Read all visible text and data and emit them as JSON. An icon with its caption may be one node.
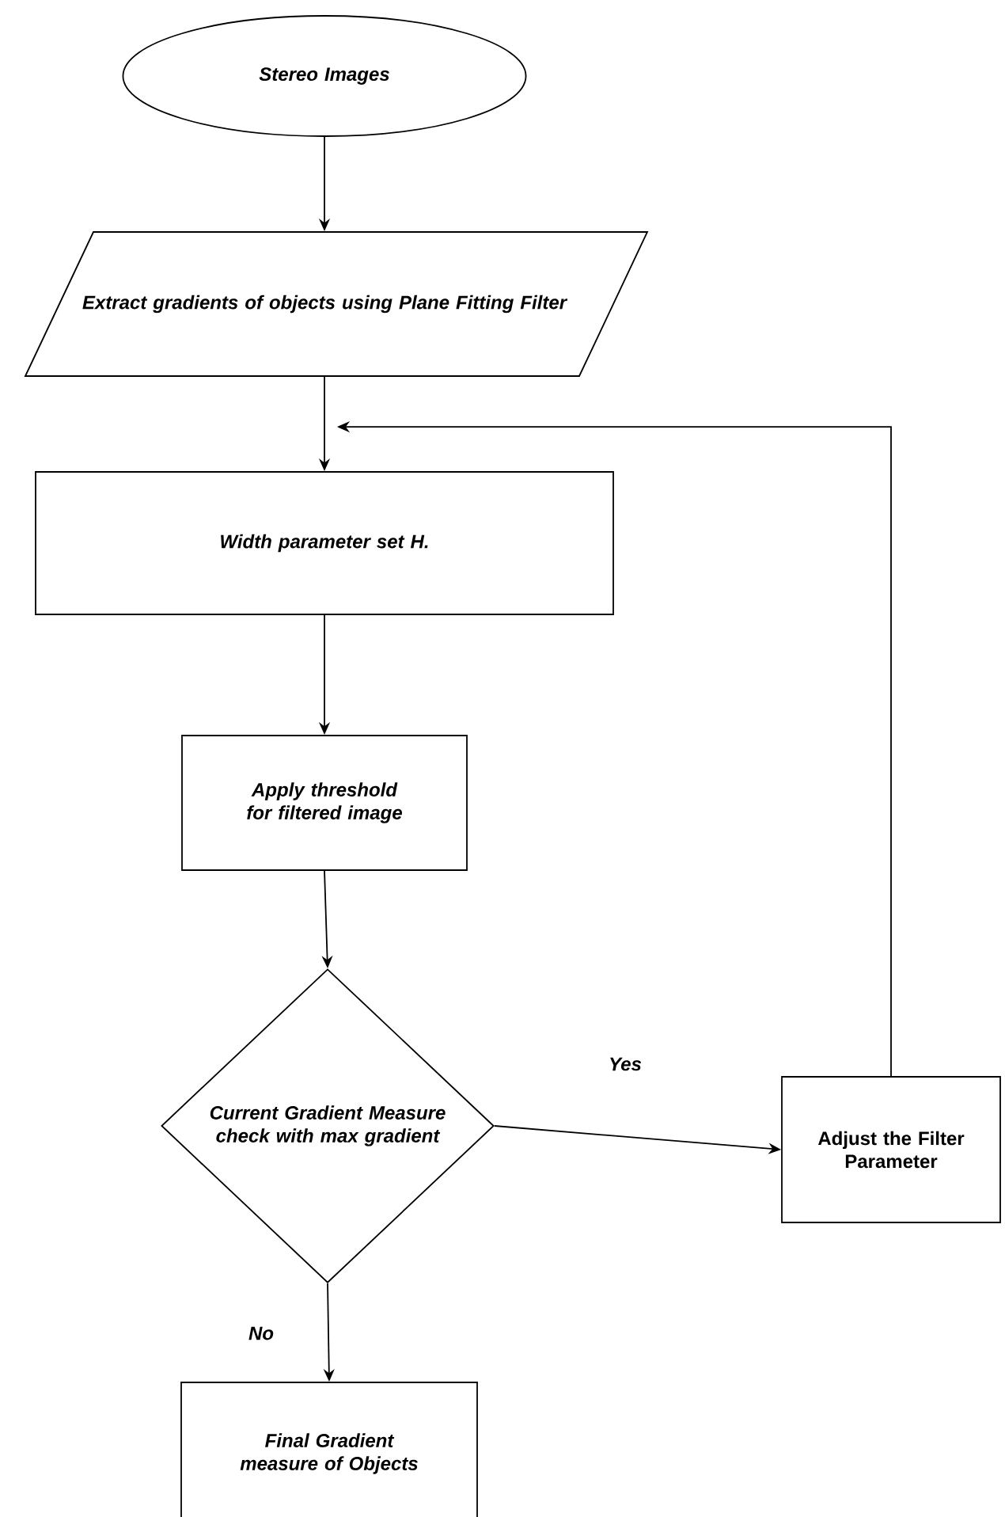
{
  "diagram": {
    "nodes": [
      {
        "text": [
          "Stereo Images"
        ]
      },
      {
        "text": [
          "Extract gradients of objects using Plane Fitting Filter"
        ]
      },
      {
        "text": [
          "Width parameter set H."
        ]
      },
      {
        "text": [
          "Apply threshold for filtered image"
        ]
      },
      {
        "text": [
          "Current Gradient Measure check with max gradient"
        ]
      },
      {
        "text": [
          "Adjust the Filter Parameter"
        ]
      },
      {
        "text": [
          "Final Gradient measure of Objects"
        ]
      }
    ],
    "edges": [
      {
        "from": 0,
        "to": 1,
        "arrow": "to"
      },
      {
        "from": 1,
        "to": 2,
        "arrow": "to"
      },
      {
        "from": 2,
        "to": 3,
        "arrow": "to"
      },
      {
        "from": 3,
        "to": 4,
        "arrow": "to"
      },
      {
        "from": 4,
        "to": 5,
        "arrow": "to",
        "label": "Yes"
      },
      {
        "from": 4,
        "to": 6,
        "arrow": "to",
        "label": "No"
      },
      {
        "from": 5,
        "to": 2,
        "arrow": "to"
      }
    ]
  }
}
